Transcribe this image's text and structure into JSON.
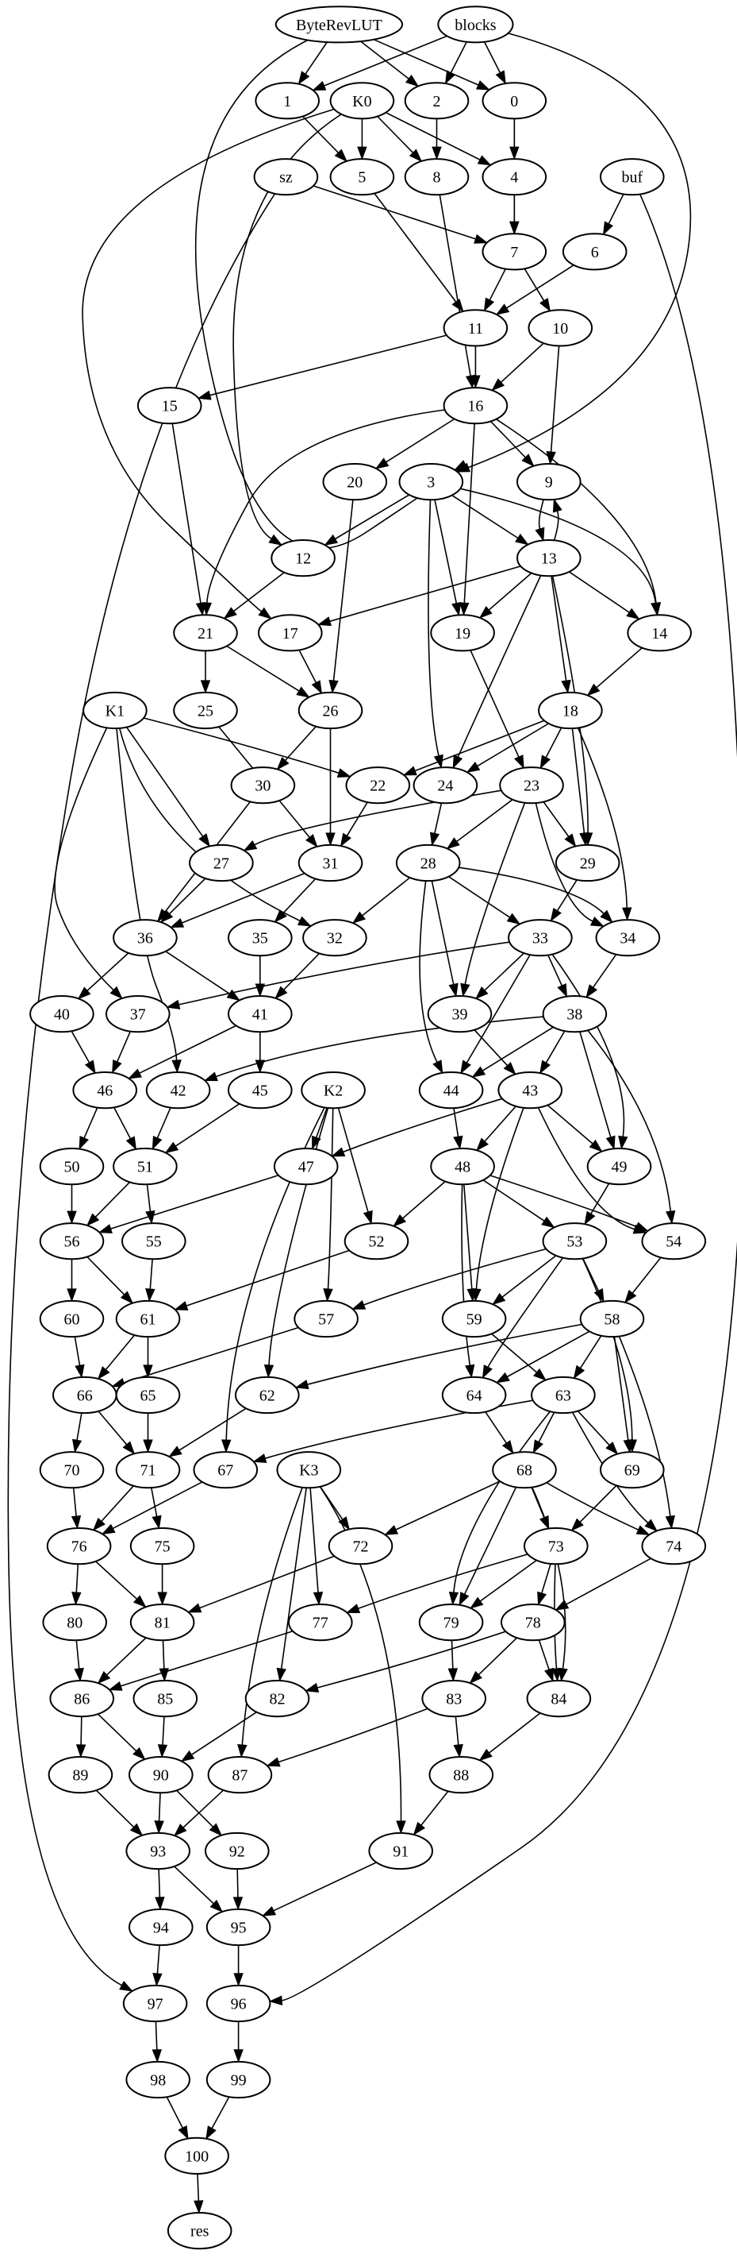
{
  "graph": {
    "nodes": [
      {
        "id": "ByteRevLUT",
        "label": "ByteRevLUT"
      },
      {
        "id": "blocks",
        "label": "blocks"
      },
      {
        "id": "K0",
        "label": "K0"
      },
      {
        "id": "1",
        "label": "1"
      },
      {
        "id": "2",
        "label": "2"
      },
      {
        "id": "0",
        "label": "0"
      },
      {
        "id": "buf",
        "label": "buf"
      },
      {
        "id": "sz",
        "label": "sz"
      },
      {
        "id": "5",
        "label": "5"
      },
      {
        "id": "8",
        "label": "8"
      },
      {
        "id": "4",
        "label": "4"
      },
      {
        "id": "7",
        "label": "7"
      },
      {
        "id": "6",
        "label": "6"
      },
      {
        "id": "10",
        "label": "10"
      },
      {
        "id": "11",
        "label": "11"
      },
      {
        "id": "15",
        "label": "15"
      },
      {
        "id": "16",
        "label": "16"
      },
      {
        "id": "20",
        "label": "20"
      },
      {
        "id": "3",
        "label": "3"
      },
      {
        "id": "9",
        "label": "9"
      },
      {
        "id": "13",
        "label": "13"
      },
      {
        "id": "12",
        "label": "12"
      },
      {
        "id": "14",
        "label": "14"
      },
      {
        "id": "21",
        "label": "21"
      },
      {
        "id": "17",
        "label": "17"
      },
      {
        "id": "19",
        "label": "19"
      },
      {
        "id": "18",
        "label": "18"
      },
      {
        "id": "K1",
        "label": "K1"
      },
      {
        "id": "25",
        "label": "25"
      },
      {
        "id": "26",
        "label": "26"
      },
      {
        "id": "22",
        "label": "22"
      },
      {
        "id": "24",
        "label": "24"
      },
      {
        "id": "23",
        "label": "23"
      },
      {
        "id": "30",
        "label": "30"
      },
      {
        "id": "27",
        "label": "27"
      },
      {
        "id": "31",
        "label": "31"
      },
      {
        "id": "28",
        "label": "28"
      },
      {
        "id": "29",
        "label": "29"
      },
      {
        "id": "36",
        "label": "36"
      },
      {
        "id": "35",
        "label": "35"
      },
      {
        "id": "32",
        "label": "32"
      },
      {
        "id": "33",
        "label": "33"
      },
      {
        "id": "34",
        "label": "34"
      },
      {
        "id": "40",
        "label": "40"
      },
      {
        "id": "37",
        "label": "37"
      },
      {
        "id": "41",
        "label": "41"
      },
      {
        "id": "39",
        "label": "39"
      },
      {
        "id": "38",
        "label": "38"
      },
      {
        "id": "46",
        "label": "46"
      },
      {
        "id": "42",
        "label": "42"
      },
      {
        "id": "45",
        "label": "45"
      },
      {
        "id": "K2",
        "label": "K2"
      },
      {
        "id": "44",
        "label": "44"
      },
      {
        "id": "43",
        "label": "43"
      },
      {
        "id": "50",
        "label": "50"
      },
      {
        "id": "51",
        "label": "51"
      },
      {
        "id": "47",
        "label": "47"
      },
      {
        "id": "48",
        "label": "48"
      },
      {
        "id": "49",
        "label": "49"
      },
      {
        "id": "56",
        "label": "56"
      },
      {
        "id": "55",
        "label": "55"
      },
      {
        "id": "52",
        "label": "52"
      },
      {
        "id": "54",
        "label": "54"
      },
      {
        "id": "53",
        "label": "53"
      },
      {
        "id": "60",
        "label": "60"
      },
      {
        "id": "61",
        "label": "61"
      },
      {
        "id": "57",
        "label": "57"
      },
      {
        "id": "59",
        "label": "59"
      },
      {
        "id": "58",
        "label": "58"
      },
      {
        "id": "66",
        "label": "66"
      },
      {
        "id": "65",
        "label": "65"
      },
      {
        "id": "62",
        "label": "62"
      },
      {
        "id": "64",
        "label": "64"
      },
      {
        "id": "63",
        "label": "63"
      },
      {
        "id": "70",
        "label": "70"
      },
      {
        "id": "71",
        "label": "71"
      },
      {
        "id": "67",
        "label": "67"
      },
      {
        "id": "K3",
        "label": "K3"
      },
      {
        "id": "68",
        "label": "68"
      },
      {
        "id": "69",
        "label": "69"
      },
      {
        "id": "76",
        "label": "76"
      },
      {
        "id": "75",
        "label": "75"
      },
      {
        "id": "72",
        "label": "72"
      },
      {
        "id": "73",
        "label": "73"
      },
      {
        "id": "74",
        "label": "74"
      },
      {
        "id": "80",
        "label": "80"
      },
      {
        "id": "81",
        "label": "81"
      },
      {
        "id": "77",
        "label": "77"
      },
      {
        "id": "79",
        "label": "79"
      },
      {
        "id": "78",
        "label": "78"
      },
      {
        "id": "86",
        "label": "86"
      },
      {
        "id": "85",
        "label": "85"
      },
      {
        "id": "82",
        "label": "82"
      },
      {
        "id": "83",
        "label": "83"
      },
      {
        "id": "84",
        "label": "84"
      },
      {
        "id": "89",
        "label": "89"
      },
      {
        "id": "90",
        "label": "90"
      },
      {
        "id": "87",
        "label": "87"
      },
      {
        "id": "88",
        "label": "88"
      },
      {
        "id": "93",
        "label": "93"
      },
      {
        "id": "92",
        "label": "92"
      },
      {
        "id": "91",
        "label": "91"
      },
      {
        "id": "94",
        "label": "94"
      },
      {
        "id": "95",
        "label": "95"
      },
      {
        "id": "97",
        "label": "97"
      },
      {
        "id": "96",
        "label": "96"
      },
      {
        "id": "98",
        "label": "98"
      },
      {
        "id": "99",
        "label": "99"
      },
      {
        "id": "100",
        "label": "100"
      },
      {
        "id": "res",
        "label": "res"
      }
    ],
    "edges": [
      [
        "ByteRevLUT",
        "1"
      ],
      [
        "ByteRevLUT",
        "2"
      ],
      [
        "ByteRevLUT",
        "0"
      ],
      [
        "ByteRevLUT",
        "3"
      ],
      [
        "blocks",
        "1"
      ],
      [
        "blocks",
        "2"
      ],
      [
        "blocks",
        "0"
      ],
      [
        "blocks",
        "3"
      ],
      [
        "K0",
        "5"
      ],
      [
        "K0",
        "8"
      ],
      [
        "K0",
        "4"
      ],
      [
        "K0",
        "12"
      ],
      [
        "K0",
        "17"
      ],
      [
        "1",
        "5"
      ],
      [
        "2",
        "8"
      ],
      [
        "0",
        "4"
      ],
      [
        "0",
        "7"
      ],
      [
        "buf",
        "6"
      ],
      [
        "buf",
        "96"
      ],
      [
        "sz",
        "7"
      ],
      [
        "sz",
        "97"
      ],
      [
        "5",
        "11"
      ],
      [
        "8",
        "16"
      ],
      [
        "4",
        "7"
      ],
      [
        "7",
        "11"
      ],
      [
        "7",
        "10"
      ],
      [
        "6",
        "11"
      ],
      [
        "11",
        "15"
      ],
      [
        "11",
        "16"
      ],
      [
        "10",
        "16"
      ],
      [
        "10",
        "9"
      ],
      [
        "15",
        "21"
      ],
      [
        "16",
        "20"
      ],
      [
        "16",
        "9"
      ],
      [
        "16",
        "19"
      ],
      [
        "16",
        "14"
      ],
      [
        "16",
        "21"
      ],
      [
        "20",
        "26"
      ],
      [
        "3",
        "12"
      ],
      [
        "3",
        "13"
      ],
      [
        "3",
        "14"
      ],
      [
        "3",
        "19"
      ],
      [
        "3",
        "24"
      ],
      [
        "9",
        "13"
      ],
      [
        "13",
        "9"
      ],
      [
        "13",
        "17"
      ],
      [
        "13",
        "19"
      ],
      [
        "13",
        "14"
      ],
      [
        "13",
        "18"
      ],
      [
        "13",
        "24"
      ],
      [
        "13",
        "29"
      ],
      [
        "12",
        "21"
      ],
      [
        "14",
        "18"
      ],
      [
        "21",
        "25"
      ],
      [
        "21",
        "26"
      ],
      [
        "17",
        "26"
      ],
      [
        "19",
        "23"
      ],
      [
        "18",
        "22"
      ],
      [
        "18",
        "24"
      ],
      [
        "18",
        "23"
      ],
      [
        "18",
        "29"
      ],
      [
        "18",
        "34"
      ],
      [
        "K1",
        "22"
      ],
      [
        "K1",
        "27"
      ],
      [
        "K1",
        "32"
      ],
      [
        "K1",
        "37"
      ],
      [
        "K1",
        "42"
      ],
      [
        "25",
        "31"
      ],
      [
        "26",
        "30"
      ],
      [
        "26",
        "31"
      ],
      [
        "22",
        "31"
      ],
      [
        "24",
        "28"
      ],
      [
        "23",
        "27"
      ],
      [
        "23",
        "28"
      ],
      [
        "23",
        "29"
      ],
      [
        "23",
        "34"
      ],
      [
        "23",
        "39"
      ],
      [
        "30",
        "36"
      ],
      [
        "27",
        "36"
      ],
      [
        "31",
        "35"
      ],
      [
        "31",
        "36"
      ],
      [
        "28",
        "32"
      ],
      [
        "28",
        "33"
      ],
      [
        "28",
        "34"
      ],
      [
        "28",
        "39"
      ],
      [
        "28",
        "44"
      ],
      [
        "29",
        "33"
      ],
      [
        "36",
        "40"
      ],
      [
        "36",
        "41"
      ],
      [
        "35",
        "41"
      ],
      [
        "32",
        "41"
      ],
      [
        "33",
        "37"
      ],
      [
        "33",
        "39"
      ],
      [
        "33",
        "38"
      ],
      [
        "33",
        "44"
      ],
      [
        "33",
        "49"
      ],
      [
        "34",
        "38"
      ],
      [
        "40",
        "46"
      ],
      [
        "37",
        "46"
      ],
      [
        "41",
        "45"
      ],
      [
        "41",
        "46"
      ],
      [
        "39",
        "43"
      ],
      [
        "38",
        "42"
      ],
      [
        "38",
        "44"
      ],
      [
        "38",
        "43"
      ],
      [
        "38",
        "49"
      ],
      [
        "38",
        "54"
      ],
      [
        "46",
        "50"
      ],
      [
        "46",
        "51"
      ],
      [
        "42",
        "51"
      ],
      [
        "45",
        "51"
      ],
      [
        "K2",
        "47"
      ],
      [
        "K2",
        "52"
      ],
      [
        "K2",
        "57"
      ],
      [
        "K2",
        "62"
      ],
      [
        "K2",
        "67"
      ],
      [
        "44",
        "48"
      ],
      [
        "43",
        "47"
      ],
      [
        "43",
        "48"
      ],
      [
        "43",
        "49"
      ],
      [
        "43",
        "54"
      ],
      [
        "43",
        "59"
      ],
      [
        "50",
        "56"
      ],
      [
        "51",
        "55"
      ],
      [
        "51",
        "56"
      ],
      [
        "47",
        "56"
      ],
      [
        "48",
        "52"
      ],
      [
        "48",
        "53"
      ],
      [
        "48",
        "54"
      ],
      [
        "48",
        "59"
      ],
      [
        "48",
        "64"
      ],
      [
        "49",
        "53"
      ],
      [
        "56",
        "60"
      ],
      [
        "56",
        "61"
      ],
      [
        "55",
        "61"
      ],
      [
        "52",
        "61"
      ],
      [
        "53",
        "57"
      ],
      [
        "53",
        "59"
      ],
      [
        "53",
        "58"
      ],
      [
        "53",
        "64"
      ],
      [
        "53",
        "69"
      ],
      [
        "54",
        "58"
      ],
      [
        "60",
        "66"
      ],
      [
        "61",
        "65"
      ],
      [
        "61",
        "66"
      ],
      [
        "57",
        "66"
      ],
      [
        "59",
        "63"
      ],
      [
        "58",
        "62"
      ],
      [
        "58",
        "64"
      ],
      [
        "58",
        "63"
      ],
      [
        "58",
        "69"
      ],
      [
        "58",
        "74"
      ],
      [
        "66",
        "70"
      ],
      [
        "66",
        "71"
      ],
      [
        "65",
        "71"
      ],
      [
        "62",
        "71"
      ],
      [
        "64",
        "68"
      ],
      [
        "63",
        "67"
      ],
      [
        "63",
        "68"
      ],
      [
        "63",
        "69"
      ],
      [
        "63",
        "74"
      ],
      [
        "63",
        "79"
      ],
      [
        "70",
        "76"
      ],
      [
        "71",
        "75"
      ],
      [
        "71",
        "76"
      ],
      [
        "67",
        "76"
      ],
      [
        "K3",
        "72"
      ],
      [
        "K3",
        "77"
      ],
      [
        "K3",
        "82"
      ],
      [
        "K3",
        "87"
      ],
      [
        "K3",
        "91"
      ],
      [
        "68",
        "72"
      ],
      [
        "68",
        "73"
      ],
      [
        "68",
        "74"
      ],
      [
        "68",
        "79"
      ],
      [
        "68",
        "84"
      ],
      [
        "69",
        "73"
      ],
      [
        "76",
        "80"
      ],
      [
        "76",
        "81"
      ],
      [
        "75",
        "81"
      ],
      [
        "72",
        "81"
      ],
      [
        "73",
        "77"
      ],
      [
        "73",
        "79"
      ],
      [
        "73",
        "78"
      ],
      [
        "73",
        "84"
      ],
      [
        "74",
        "78"
      ],
      [
        "80",
        "86"
      ],
      [
        "81",
        "85"
      ],
      [
        "81",
        "86"
      ],
      [
        "77",
        "86"
      ],
      [
        "79",
        "83"
      ],
      [
        "78",
        "82"
      ],
      [
        "78",
        "83"
      ],
      [
        "78",
        "84"
      ],
      [
        "86",
        "89"
      ],
      [
        "86",
        "90"
      ],
      [
        "85",
        "90"
      ],
      [
        "82",
        "90"
      ],
      [
        "83",
        "87"
      ],
      [
        "83",
        "88"
      ],
      [
        "84",
        "88"
      ],
      [
        "89",
        "93"
      ],
      [
        "90",
        "93"
      ],
      [
        "90",
        "92"
      ],
      [
        "87",
        "93"
      ],
      [
        "88",
        "91"
      ],
      [
        "93",
        "94"
      ],
      [
        "93",
        "95"
      ],
      [
        "92",
        "95"
      ],
      [
        "91",
        "95"
      ],
      [
        "94",
        "97"
      ],
      [
        "95",
        "96"
      ],
      [
        "97",
        "98"
      ],
      [
        "96",
        "99"
      ],
      [
        "98",
        "100"
      ],
      [
        "99",
        "100"
      ],
      [
        "100",
        "res"
      ]
    ]
  }
}
